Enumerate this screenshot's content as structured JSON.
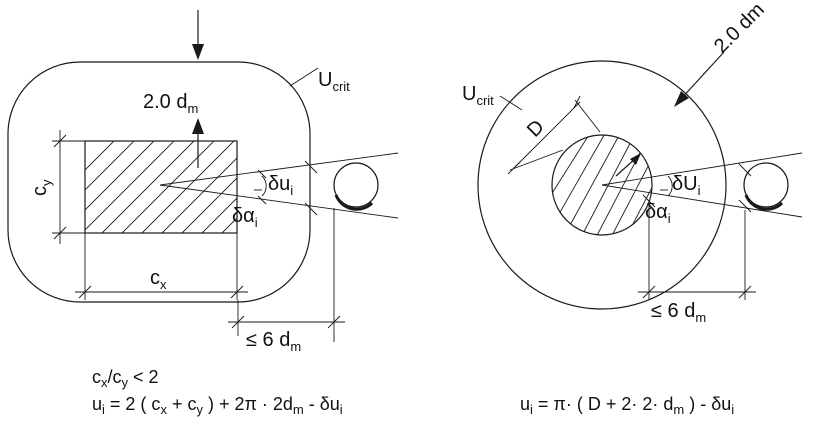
{
  "left": {
    "ucrit": "U",
    "ucrit_sub": "crit",
    "offset": "2.0 d",
    "offset_sub": "m",
    "cy": "c",
    "cy_sub": "y",
    "cx": "c",
    "cx_sub": "x",
    "du": "δu",
    "du_sub": "i",
    "da": "δα",
    "da_sub": "i",
    "dist": "≤ 6 d",
    "dist_sub": "m",
    "f1_a": "c",
    "f1_a_sub": "x",
    "f1_b": "/c",
    "f1_b_sub": "y",
    "f1_c": " < 2",
    "f2_a": "u",
    "f2_a_sub": "i",
    "f2_b": " = 2 ( c",
    "f2_b_sub": "x",
    "f2_c": " + c",
    "f2_c_sub": "y",
    "f2_d": " ) + 2π · 2d",
    "f2_d_sub": "m",
    "f2_e": " - δu",
    "f2_e_sub": "i"
  },
  "right": {
    "ucrit": "U",
    "ucrit_sub": "crit",
    "offset": "2.0 dm",
    "d": "D",
    "du": "δU",
    "du_sub": "i",
    "da": "δα",
    "da_sub": "i",
    "dist": "≤ 6 d",
    "dist_sub": "m",
    "f_a": "u",
    "f_a_sub": "i",
    "f_b": " = π· ( D + 2· 2· d",
    "f_b_sub": "m",
    "f_c": " ) - δu",
    "f_c_sub": "i"
  }
}
